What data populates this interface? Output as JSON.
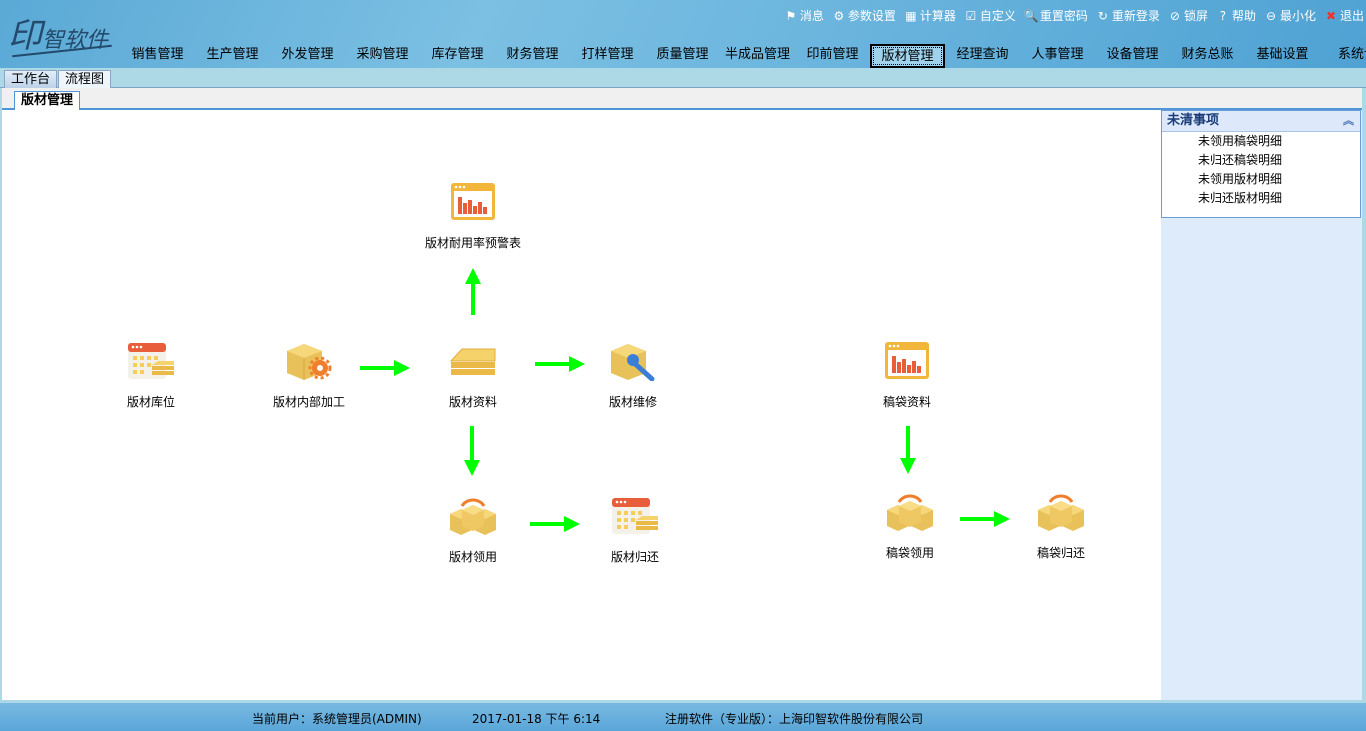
{
  "logo": "印智软件",
  "tools": [
    {
      "icon": "flag-icon",
      "label": "消息"
    },
    {
      "icon": "gear-icon",
      "label": "参数设置"
    },
    {
      "icon": "calculator-icon",
      "label": "计算器"
    },
    {
      "icon": "clipboard-icon",
      "label": "自定义"
    },
    {
      "icon": "key-search-icon",
      "label": "重置密码"
    },
    {
      "icon": "relogin-icon",
      "label": "重新登录"
    },
    {
      "icon": "lock-screen-icon",
      "label": "锁屏"
    },
    {
      "icon": "help-icon",
      "label": "帮助"
    },
    {
      "icon": "minimize-icon",
      "label": "最小化"
    },
    {
      "icon": "exit-icon",
      "label": "退出"
    }
  ],
  "menu": [
    "销售管理",
    "生产管理",
    "外发管理",
    "采购管理",
    "库存管理",
    "财务管理",
    "打样管理",
    "质量管理",
    "半成品管理",
    "印前管理",
    "版材管理",
    "经理查询",
    "人事管理",
    "设备管理",
    "财务总账",
    "基础设置",
    "系统设"
  ],
  "tabs": [
    "工作台",
    "流程图"
  ],
  "subtab": "版材管理",
  "nodes": {
    "kuwei": "版材库位",
    "jiagong": "版材内部加工",
    "ziliao": "版材资料",
    "weixiu": "版材维修",
    "yujing": "版材耐用率预警表",
    "lingyong": "版材领用",
    "guihuan": "版材归还",
    "gd_ziliao": "稿袋资料",
    "gd_lingyong": "稿袋领用",
    "gd_guihuan": "稿袋归还"
  },
  "panel": {
    "title": "未清事项",
    "items": [
      "未领用稿袋明细",
      "未归还稿袋明细",
      "未领用版材明细",
      "未归还版材明细"
    ]
  },
  "status": {
    "user": "当前用户：系统管理员(ADMIN)",
    "datetime": "2017-01-18 下午 6:14",
    "reg": "注册软件（专业版）：上海印智软件股份有限公司"
  },
  "colors": {
    "arrow": "#00ff00",
    "accent": "#4f95d9"
  }
}
